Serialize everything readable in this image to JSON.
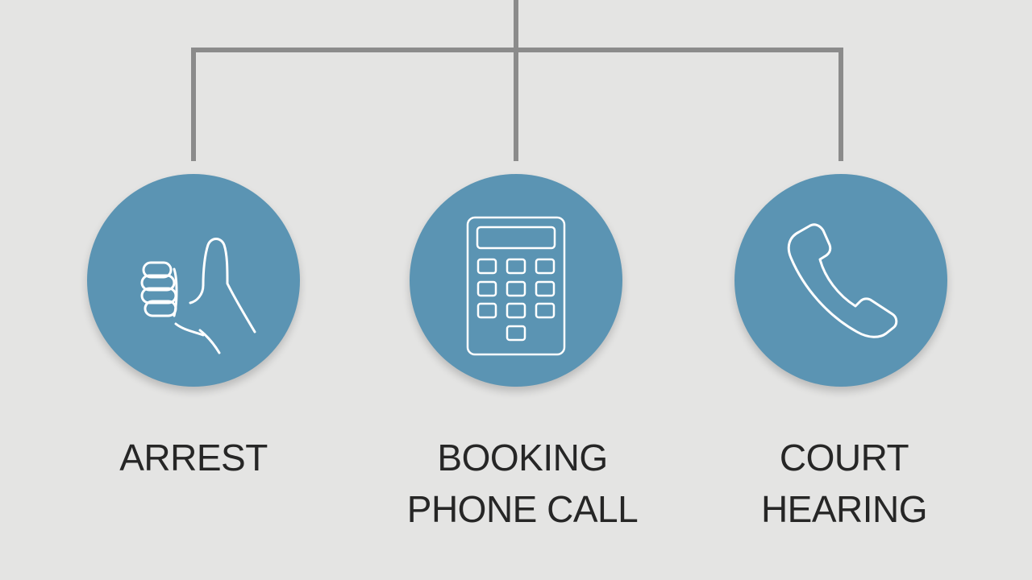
{
  "steps": [
    {
      "icon": "thumbs-up-icon",
      "lines": [
        "ARREST"
      ]
    },
    {
      "icon": "calculator-icon",
      "lines": [
        "BOOKING",
        "PHONE CALL"
      ]
    },
    {
      "icon": "phone-handset-icon",
      "lines": [
        "COURT",
        "HEARING"
      ]
    }
  ],
  "colors": {
    "background": "#e4e4e3",
    "circle": "#5b94b3",
    "connector": "#8b8b8b",
    "icon_stroke": "#ffffff",
    "label_text": "#262626"
  }
}
